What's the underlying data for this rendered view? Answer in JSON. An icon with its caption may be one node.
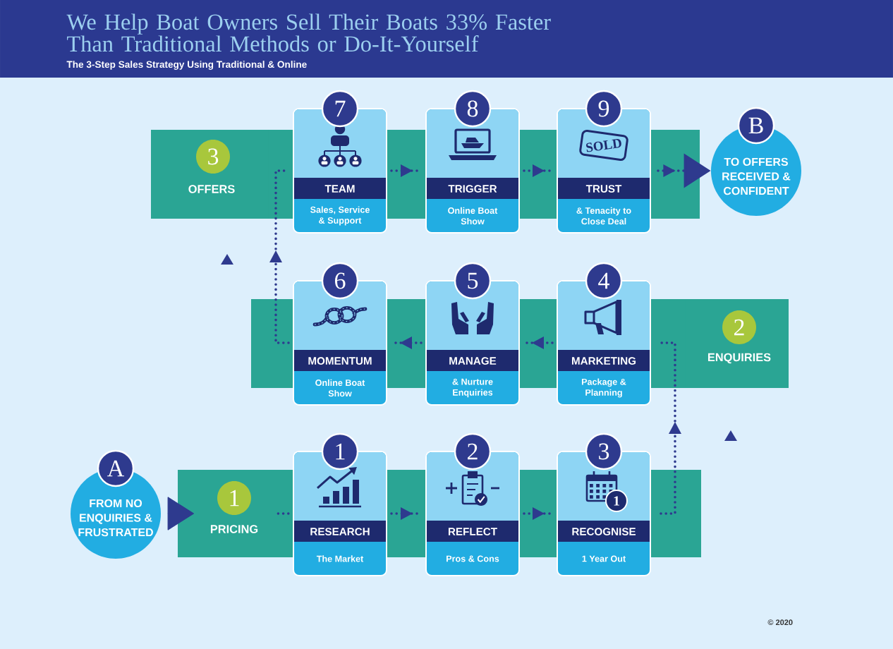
{
  "diagram": {
    "title": "We Help Boat Owners Sell Their Boats 33% Faster Than Traditional Methods or Do-It-Yourself",
    "nodes": [
      {
        "text": [
          "3",
          "OFFERS"
        ]
      },
      {
        "text": [
          "7",
          "TEAM",
          "Sales, Service & Support"
        ]
      },
      {
        "text": [
          "8",
          "TRIGGER",
          "Online Boat Show"
        ]
      },
      {
        "text": [
          "9",
          "TRUST",
          "& Tenacity to Close Deal"
        ]
      },
      {
        "text": [
          "B",
          "TO OFFERS RECEIVED & CONFIDENT"
        ]
      },
      {
        "text": [
          "6",
          "MOMENTUM",
          "Online Boat Show"
        ]
      },
      {
        "text": [
          "5",
          "MANAGE",
          "& Nurture Enquiries"
        ]
      },
      {
        "text": [
          "4",
          "MARKETING",
          "Package & Planning"
        ]
      },
      {
        "text": [
          "2",
          "ENQUIRIES"
        ]
      },
      {
        "text": [
          "A",
          "FROM NO ENQUIRIES & FRUSTRATED"
        ]
      },
      {
        "text": [
          "1",
          "PRICING"
        ]
      },
      {
        "text": [
          "1",
          "RESEARCH",
          "The Market"
        ]
      },
      {
        "text": [
          "2",
          "REFLECT",
          "Pros & Cons"
        ]
      },
      {
        "text": [
          "3",
          "RECOGNISE",
          "1 Year Out"
        ]
      }
    ],
    "edges": [
      {
        "from": 9,
        "to": 10,
        "arrow": "to"
      },
      {
        "from": 10,
        "to": 11,
        "arrow": "none",
        "style": "dashed"
      },
      {
        "from": 11,
        "to": 12,
        "arrow": "to",
        "style": "dashed"
      },
      {
        "from": 12,
        "to": 13,
        "arrow": "to",
        "style": "dashed"
      },
      {
        "from": 13,
        "to": 7,
        "arrow": "to",
        "style": "dashed"
      },
      {
        "from": 7,
        "to": 6,
        "arrow": "to",
        "style": "dashed"
      },
      {
        "from": 6,
        "to": 5,
        "arrow": "to",
        "style": "dashed"
      },
      {
        "from": 5,
        "to": 1,
        "arrow": "to",
        "style": "dashed"
      },
      {
        "from": 1,
        "to": 2,
        "arrow": "to",
        "style": "dashed"
      },
      {
        "from": 2,
        "to": 3,
        "arrow": "to",
        "style": "dashed"
      },
      {
        "from": 3,
        "to": 4,
        "arrow": "to",
        "style": "dashed"
      }
    ],
    "labels": [
      "The 3-Step Sales Strategy Using Traditional & Online",
      "SOLD",
      "1",
      "© 2020"
    ]
  }
}
